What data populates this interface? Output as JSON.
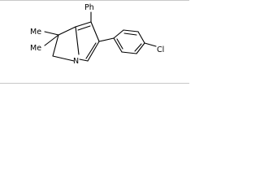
{
  "molecule": {
    "labels": {
      "phenyl": "Ph",
      "methyl_upper": "Me",
      "methyl_lower": "Me",
      "nitrogen": "N",
      "chloro": "Cl"
    }
  }
}
